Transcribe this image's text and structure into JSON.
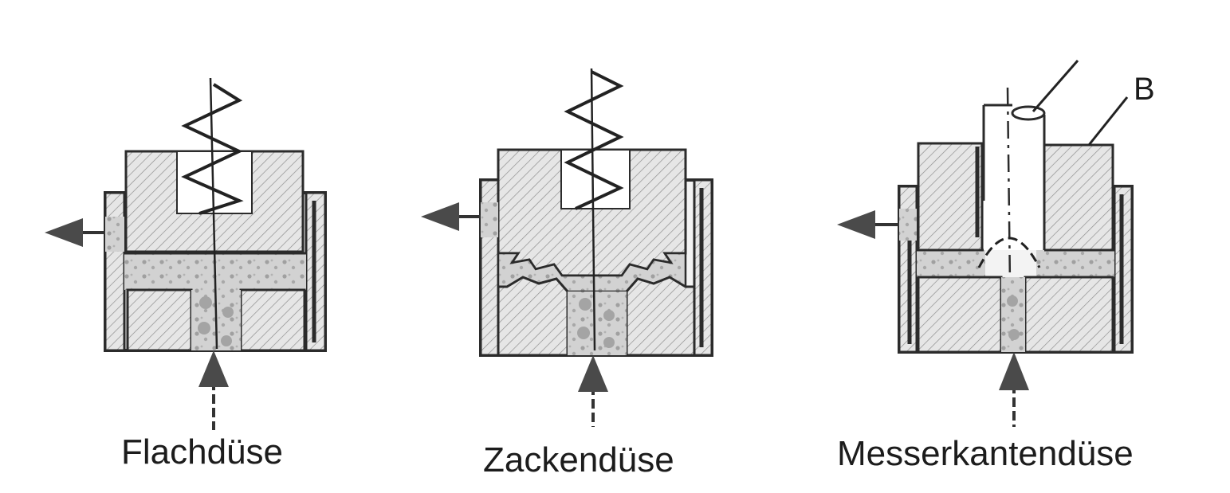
{
  "captions": {
    "flat": "Flachdüse",
    "serrated": "Zackendüse",
    "knife_edge": "Messerkantendüse"
  },
  "labels": {
    "b": "B"
  },
  "colors": {
    "stroke": "#2b2b2b",
    "body_fill": "#e6e6e6",
    "hatch": "#8e8e8e",
    "fluid_fill": "#cfcfcf",
    "fluid_dots": "#9c9c9c"
  }
}
